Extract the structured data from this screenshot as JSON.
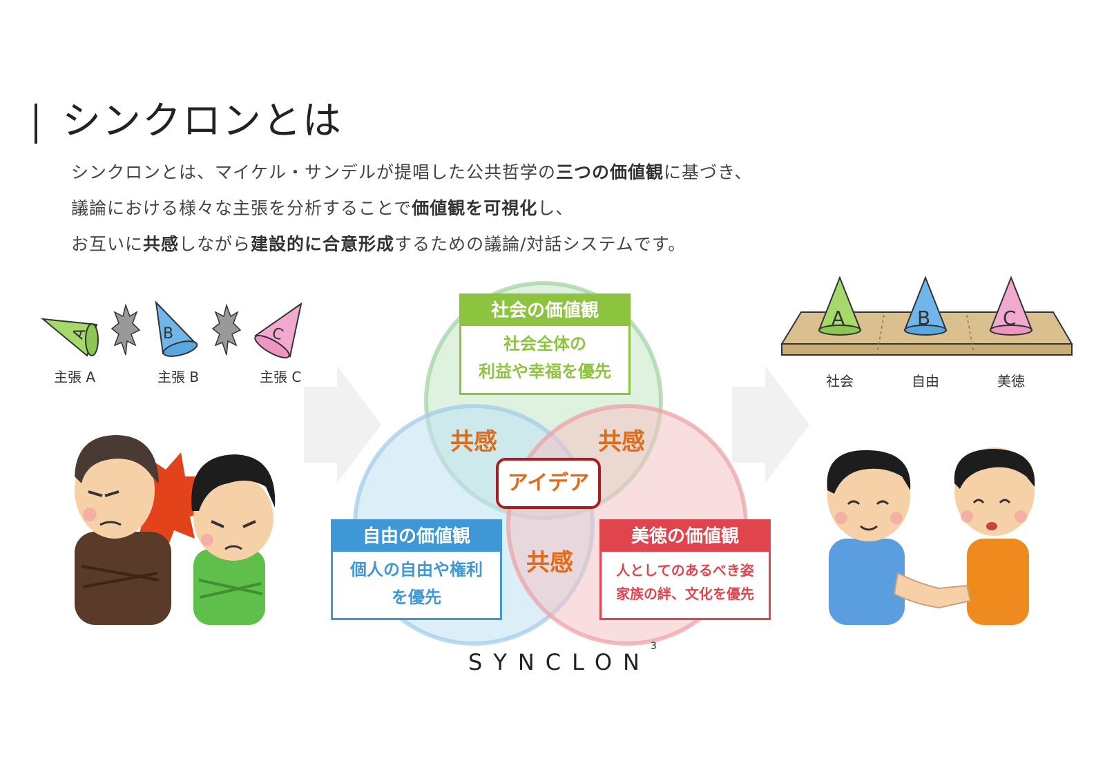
{
  "title": "シンクロンとは",
  "description": [
    [
      "シンクロンとは、マイケル・サンデルが提唱した公共哲学の",
      {
        "b": "三つの価値観"
      },
      "に基づき、"
    ],
    [
      "議論における様々な主張を分析することで",
      {
        "b": "価値観を可視化"
      },
      "し、"
    ],
    [
      "お互いに",
      {
        "b": "共感"
      },
      "しながら",
      {
        "b": "建設的に合意形成"
      },
      "するための議論/対話システムです。"
    ]
  ],
  "left_claims": [
    {
      "letter": "A",
      "label": "主張 A",
      "color": "#a6d96a"
    },
    {
      "letter": "B",
      "label": "主張 B",
      "color": "#6fb7ea"
    },
    {
      "letter": "C",
      "label": "主張 C",
      "color": "#f2a9cf"
    }
  ],
  "venn": {
    "society": {
      "header": "社会の価値観",
      "body": [
        "社会全体の",
        "利益や幸福を優先"
      ],
      "color": "#8dc43f"
    },
    "freedom": {
      "header": "自由の価値観",
      "body": [
        "個人の自由や権利",
        "を優先"
      ],
      "color": "#3f97d6"
    },
    "virtue": {
      "header": "美徳の価値観",
      "body": [
        "人としてのあるべき姿",
        "家族の絆、文化を優先"
      ],
      "color": "#e0454e"
    },
    "empathy": "共感",
    "idea": "アイデア"
  },
  "right_board": [
    {
      "letter": "A",
      "label": "社会",
      "color": "#a6d96a"
    },
    {
      "letter": "B",
      "label": "自由",
      "color": "#6fb7ea"
    },
    {
      "letter": "C",
      "label": "美徳",
      "color": "#f2a9cf"
    }
  ],
  "logo": {
    "text": "SYNCLON",
    "sup": "3"
  }
}
